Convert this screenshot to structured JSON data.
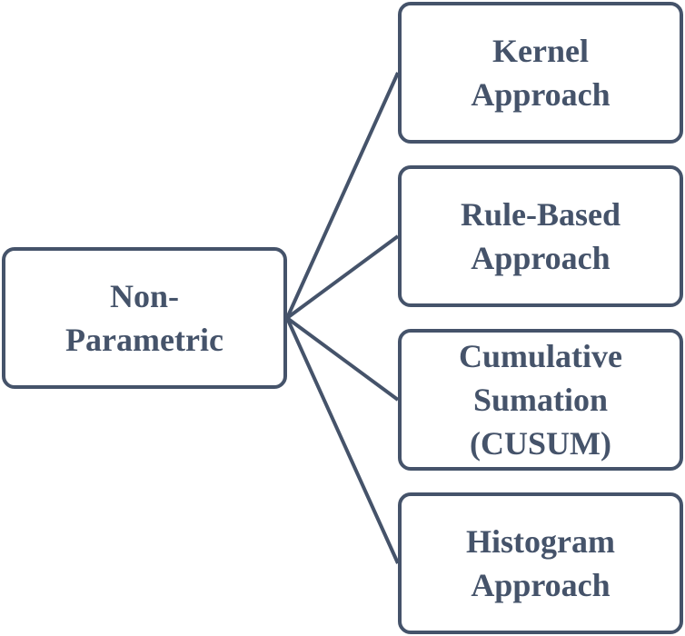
{
  "root": {
    "label": "Non-\nParametric"
  },
  "children": [
    {
      "label": "Kernel\nApproach"
    },
    {
      "label": "Rule-Based\nApproach"
    },
    {
      "label": "Cumulative\nSumation\n(CUSUM)"
    },
    {
      "label": "Histogram\nApproach"
    }
  ],
  "colors": {
    "stroke": "#45536a",
    "text": "#45536a",
    "background": "#ffffff"
  }
}
